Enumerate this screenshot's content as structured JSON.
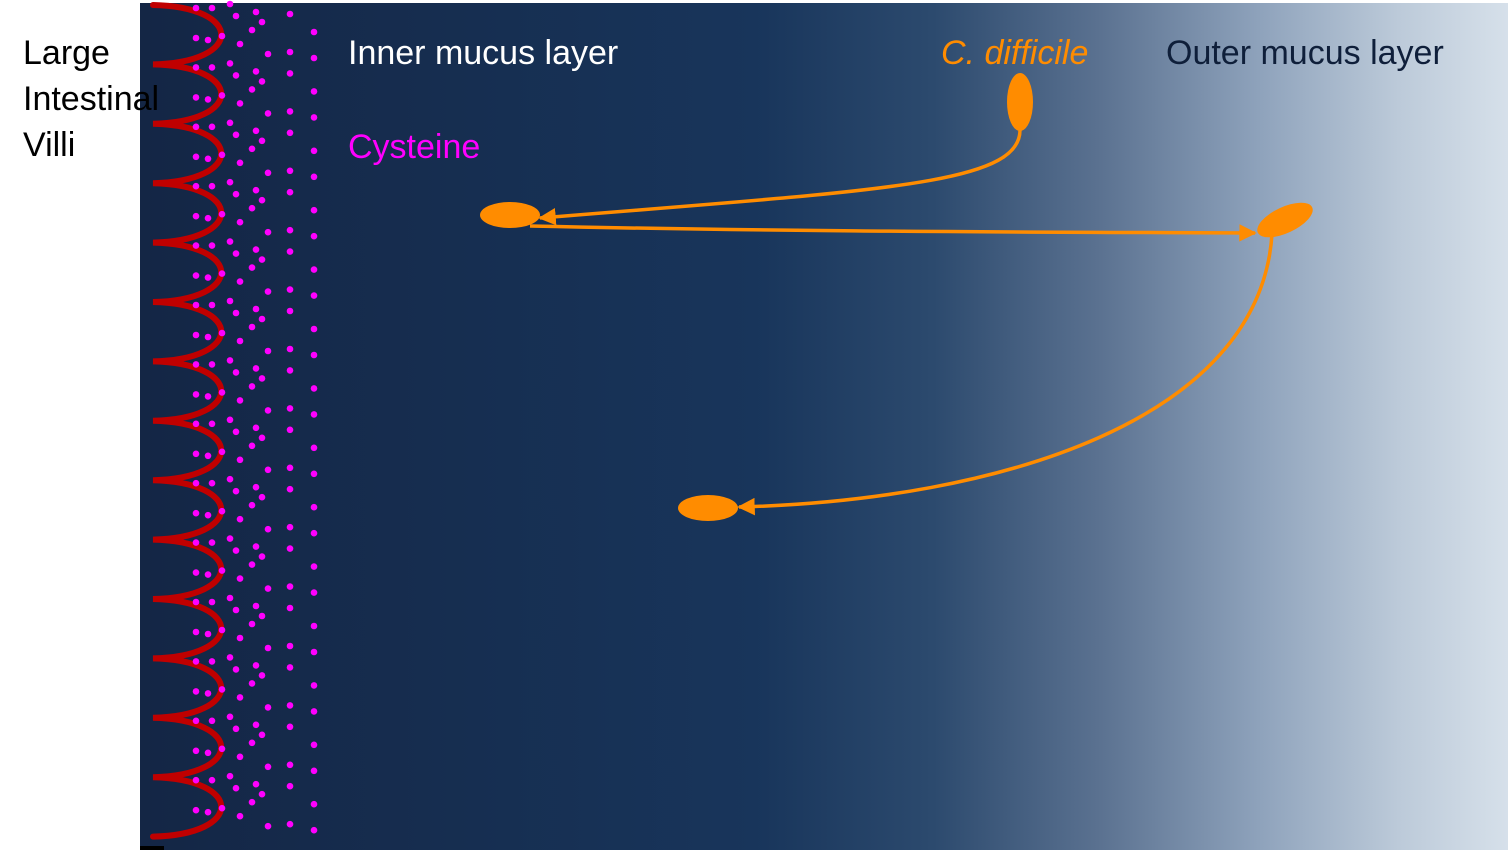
{
  "labels": {
    "villi_lines": [
      "Large",
      "Intestinal",
      "Villi"
    ],
    "inner_mucus": "Inner mucus layer",
    "cysteine": "Cysteine",
    "c_difficile": "C. difficile",
    "outer_mucus": "Outer mucus layer"
  },
  "colors": {
    "villi": "#c00000",
    "cysteine": "#ff00ff",
    "bacteria": "#ff8c00",
    "outer_label": "#0f1f3a"
  }
}
